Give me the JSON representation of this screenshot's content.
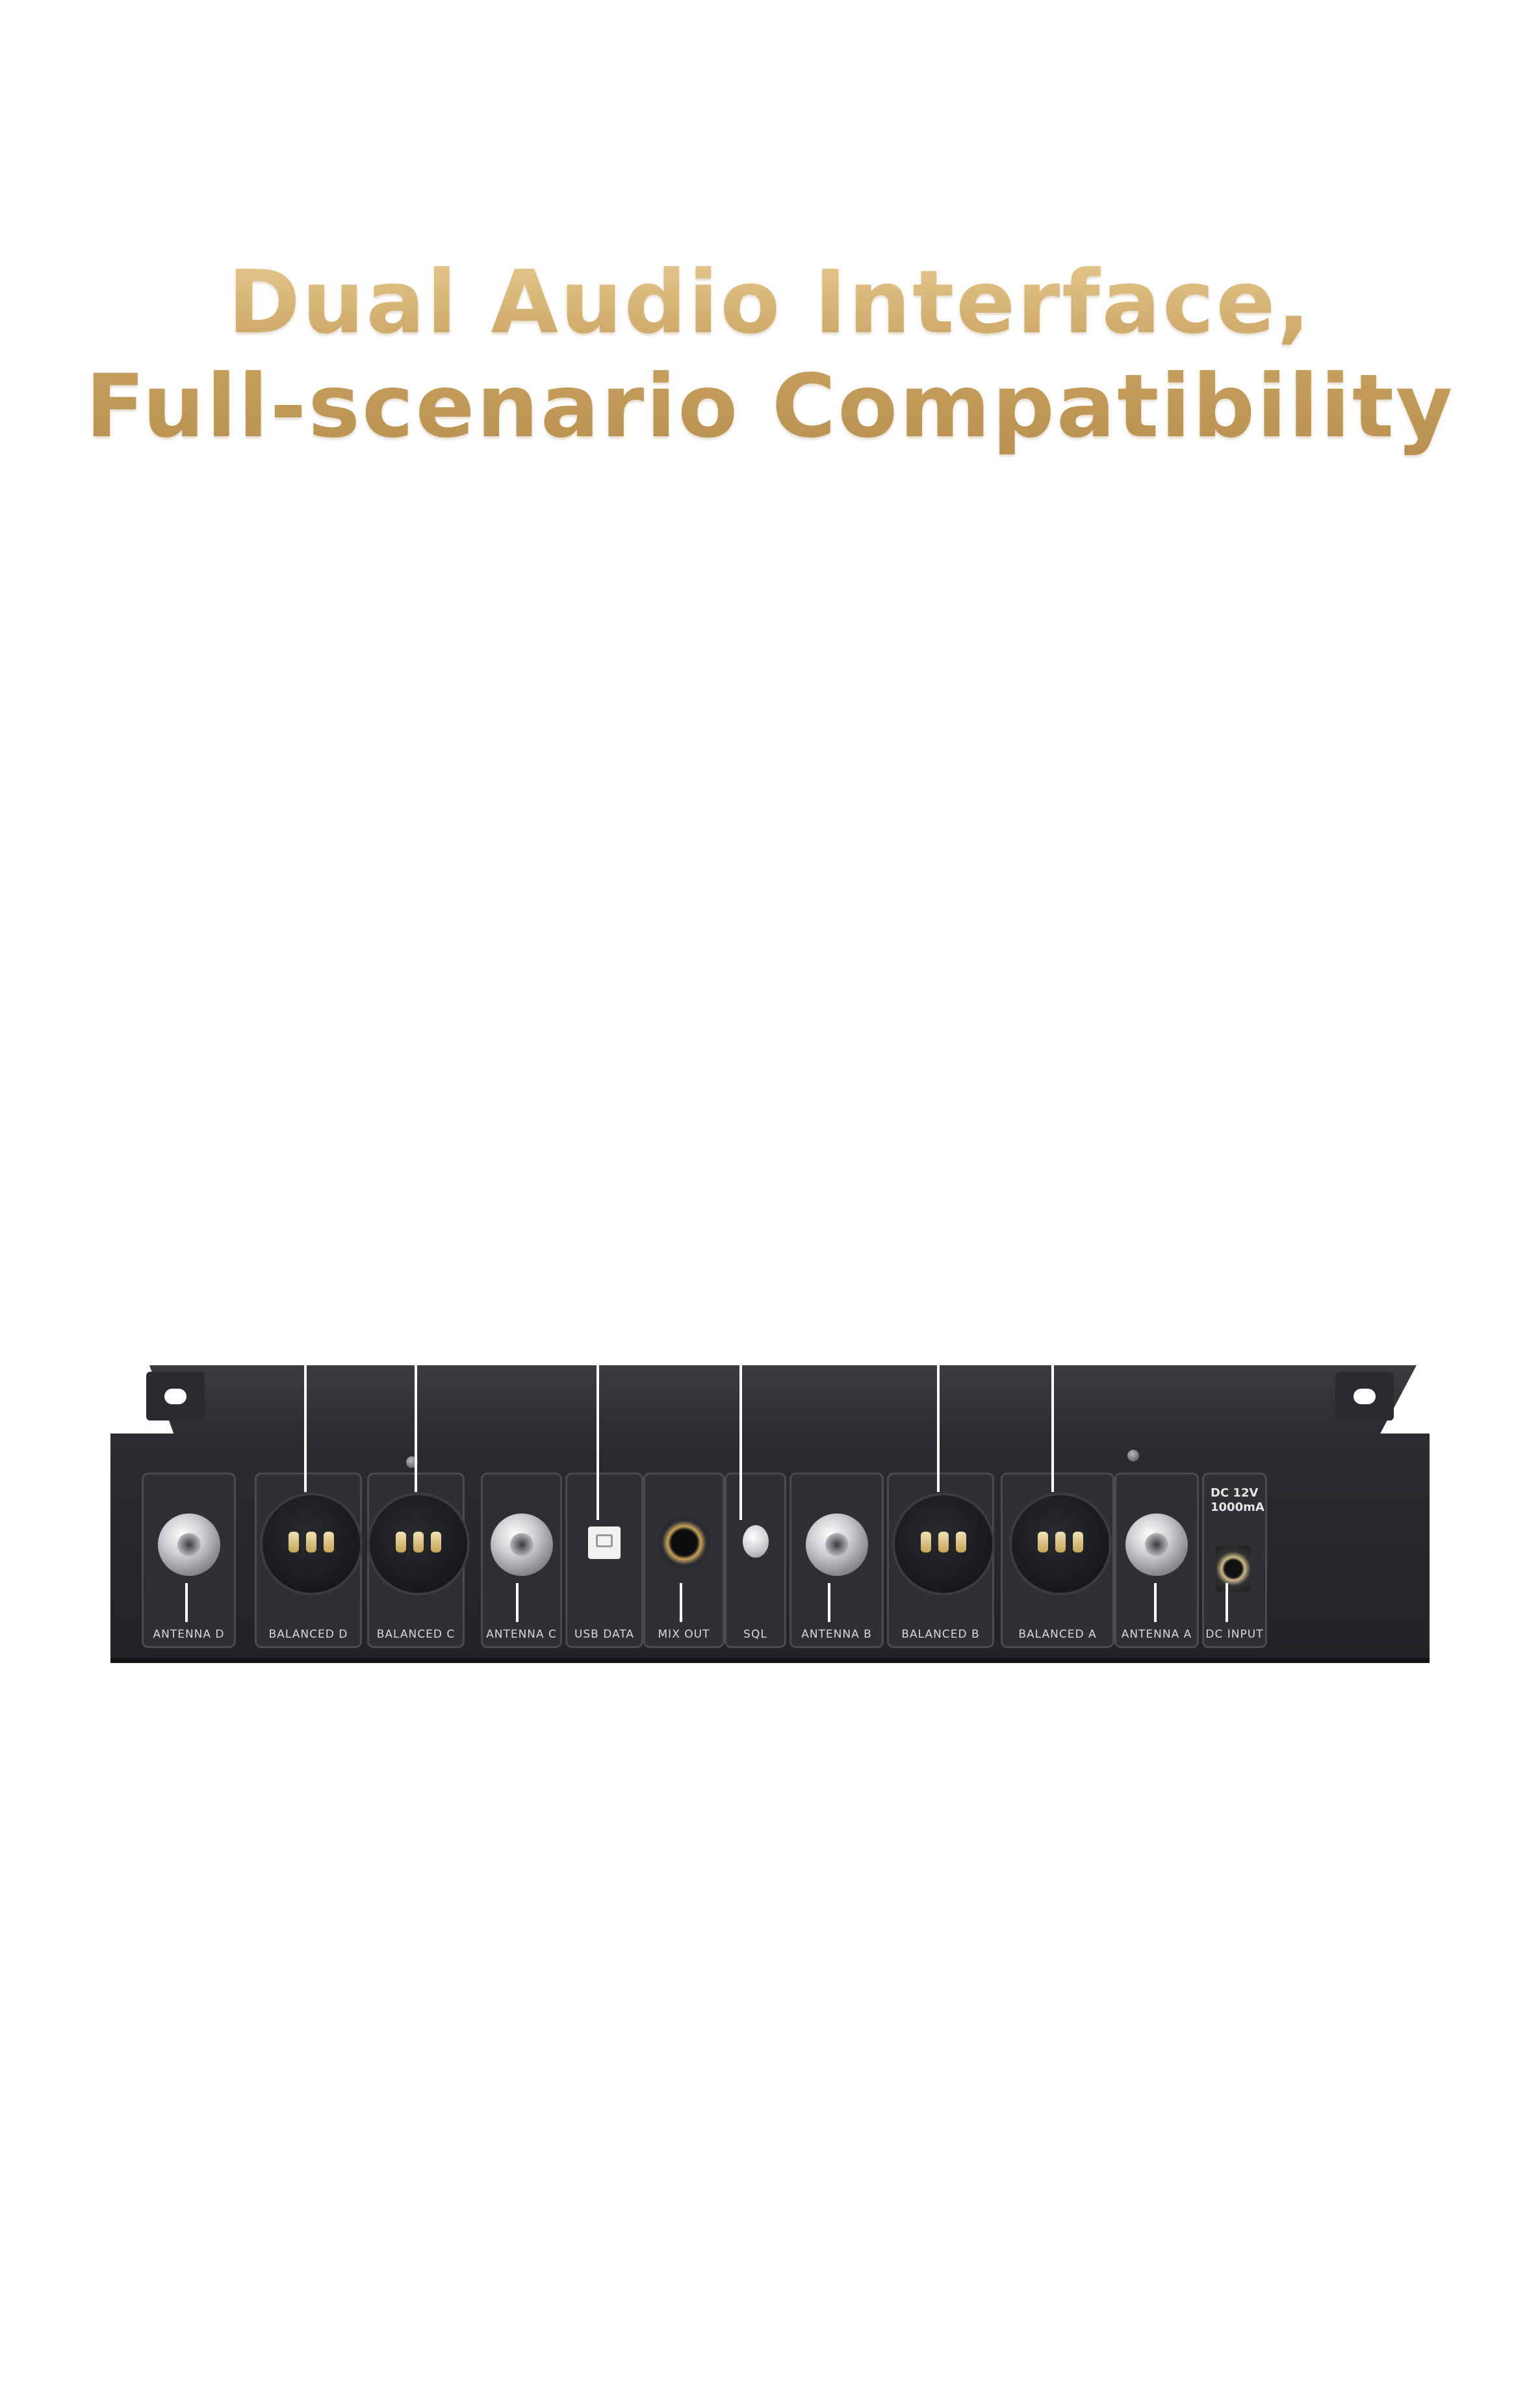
{
  "headline": {
    "line1": "Dual Audio Interface,",
    "line2": "Full-scenario Compatibility"
  },
  "panel": {
    "labels": {
      "antenna_d": "ANTENNA D",
      "balanced_d": "BALANCED D",
      "balanced_c": "BALANCED C",
      "antenna_c": "ANTENNA C",
      "usb_data": "USB DATA",
      "mix_out": "MIX OUT",
      "sql": "SQL",
      "antenna_b": "ANTENNA B",
      "balanced_b": "BALANCED B",
      "balanced_a": "BALANCED A",
      "antenna_a": "ANTENNA A",
      "dc_input": "DC INPUT"
    },
    "dc_spec_line1": "DC 12V",
    "dc_spec_line2": "1000mA"
  },
  "colors": {
    "headline_gold": "#c9a669",
    "panel_dark": "#2b2c2f"
  },
  "icons": [
    "xlr-connector-icon",
    "bnc-connector-icon",
    "usb-port-icon",
    "audio-jack-icon",
    "squelch-knob-icon",
    "dc-power-jack-icon"
  ]
}
